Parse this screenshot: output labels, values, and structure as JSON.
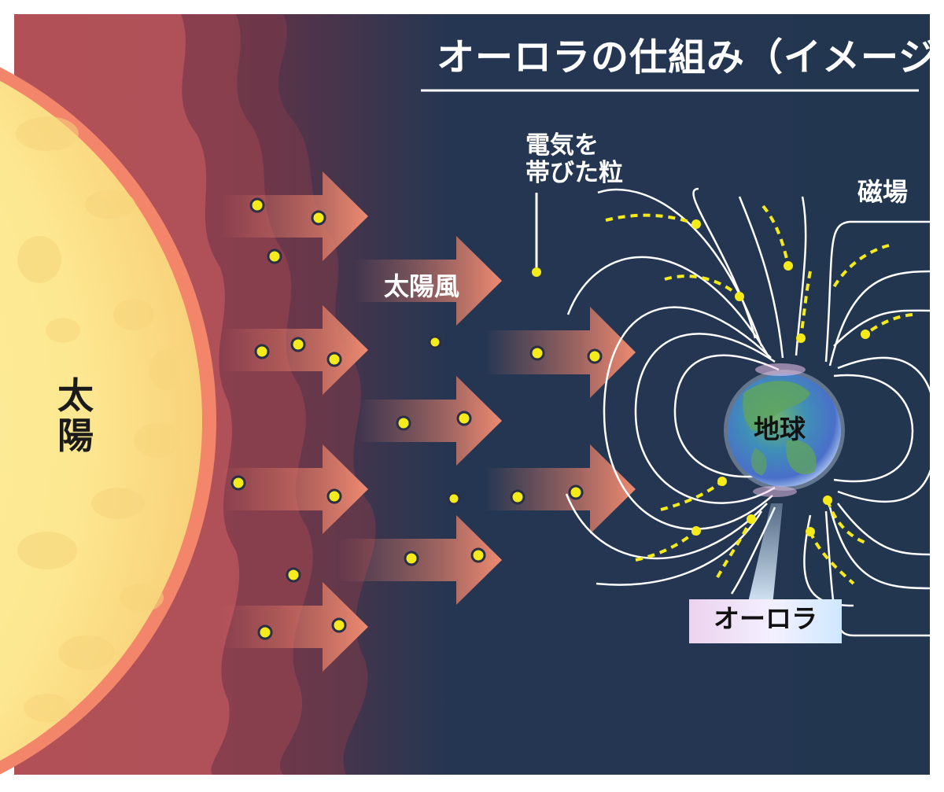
{
  "title": "オーロラの仕組み（イメージ）",
  "labels": {
    "sun": "太陽",
    "solar_wind": "太陽風",
    "charged_particles_line1": "電気を",
    "charged_particles_line2": "帯びた粒",
    "magnetic_field": "磁場",
    "earth": "地球",
    "aurora": "オーロラ"
  },
  "colors": {
    "background": "#233650",
    "sun_core": "#fdeb9a",
    "sun_rim": "#f2856a",
    "corona": "#b8545c",
    "arrow": "#e8806a",
    "particle": "#f5ea1a",
    "field_line": "#ffffff",
    "earth_land": "#4f9e5a",
    "earth_ocean": "#3f77c5"
  }
}
